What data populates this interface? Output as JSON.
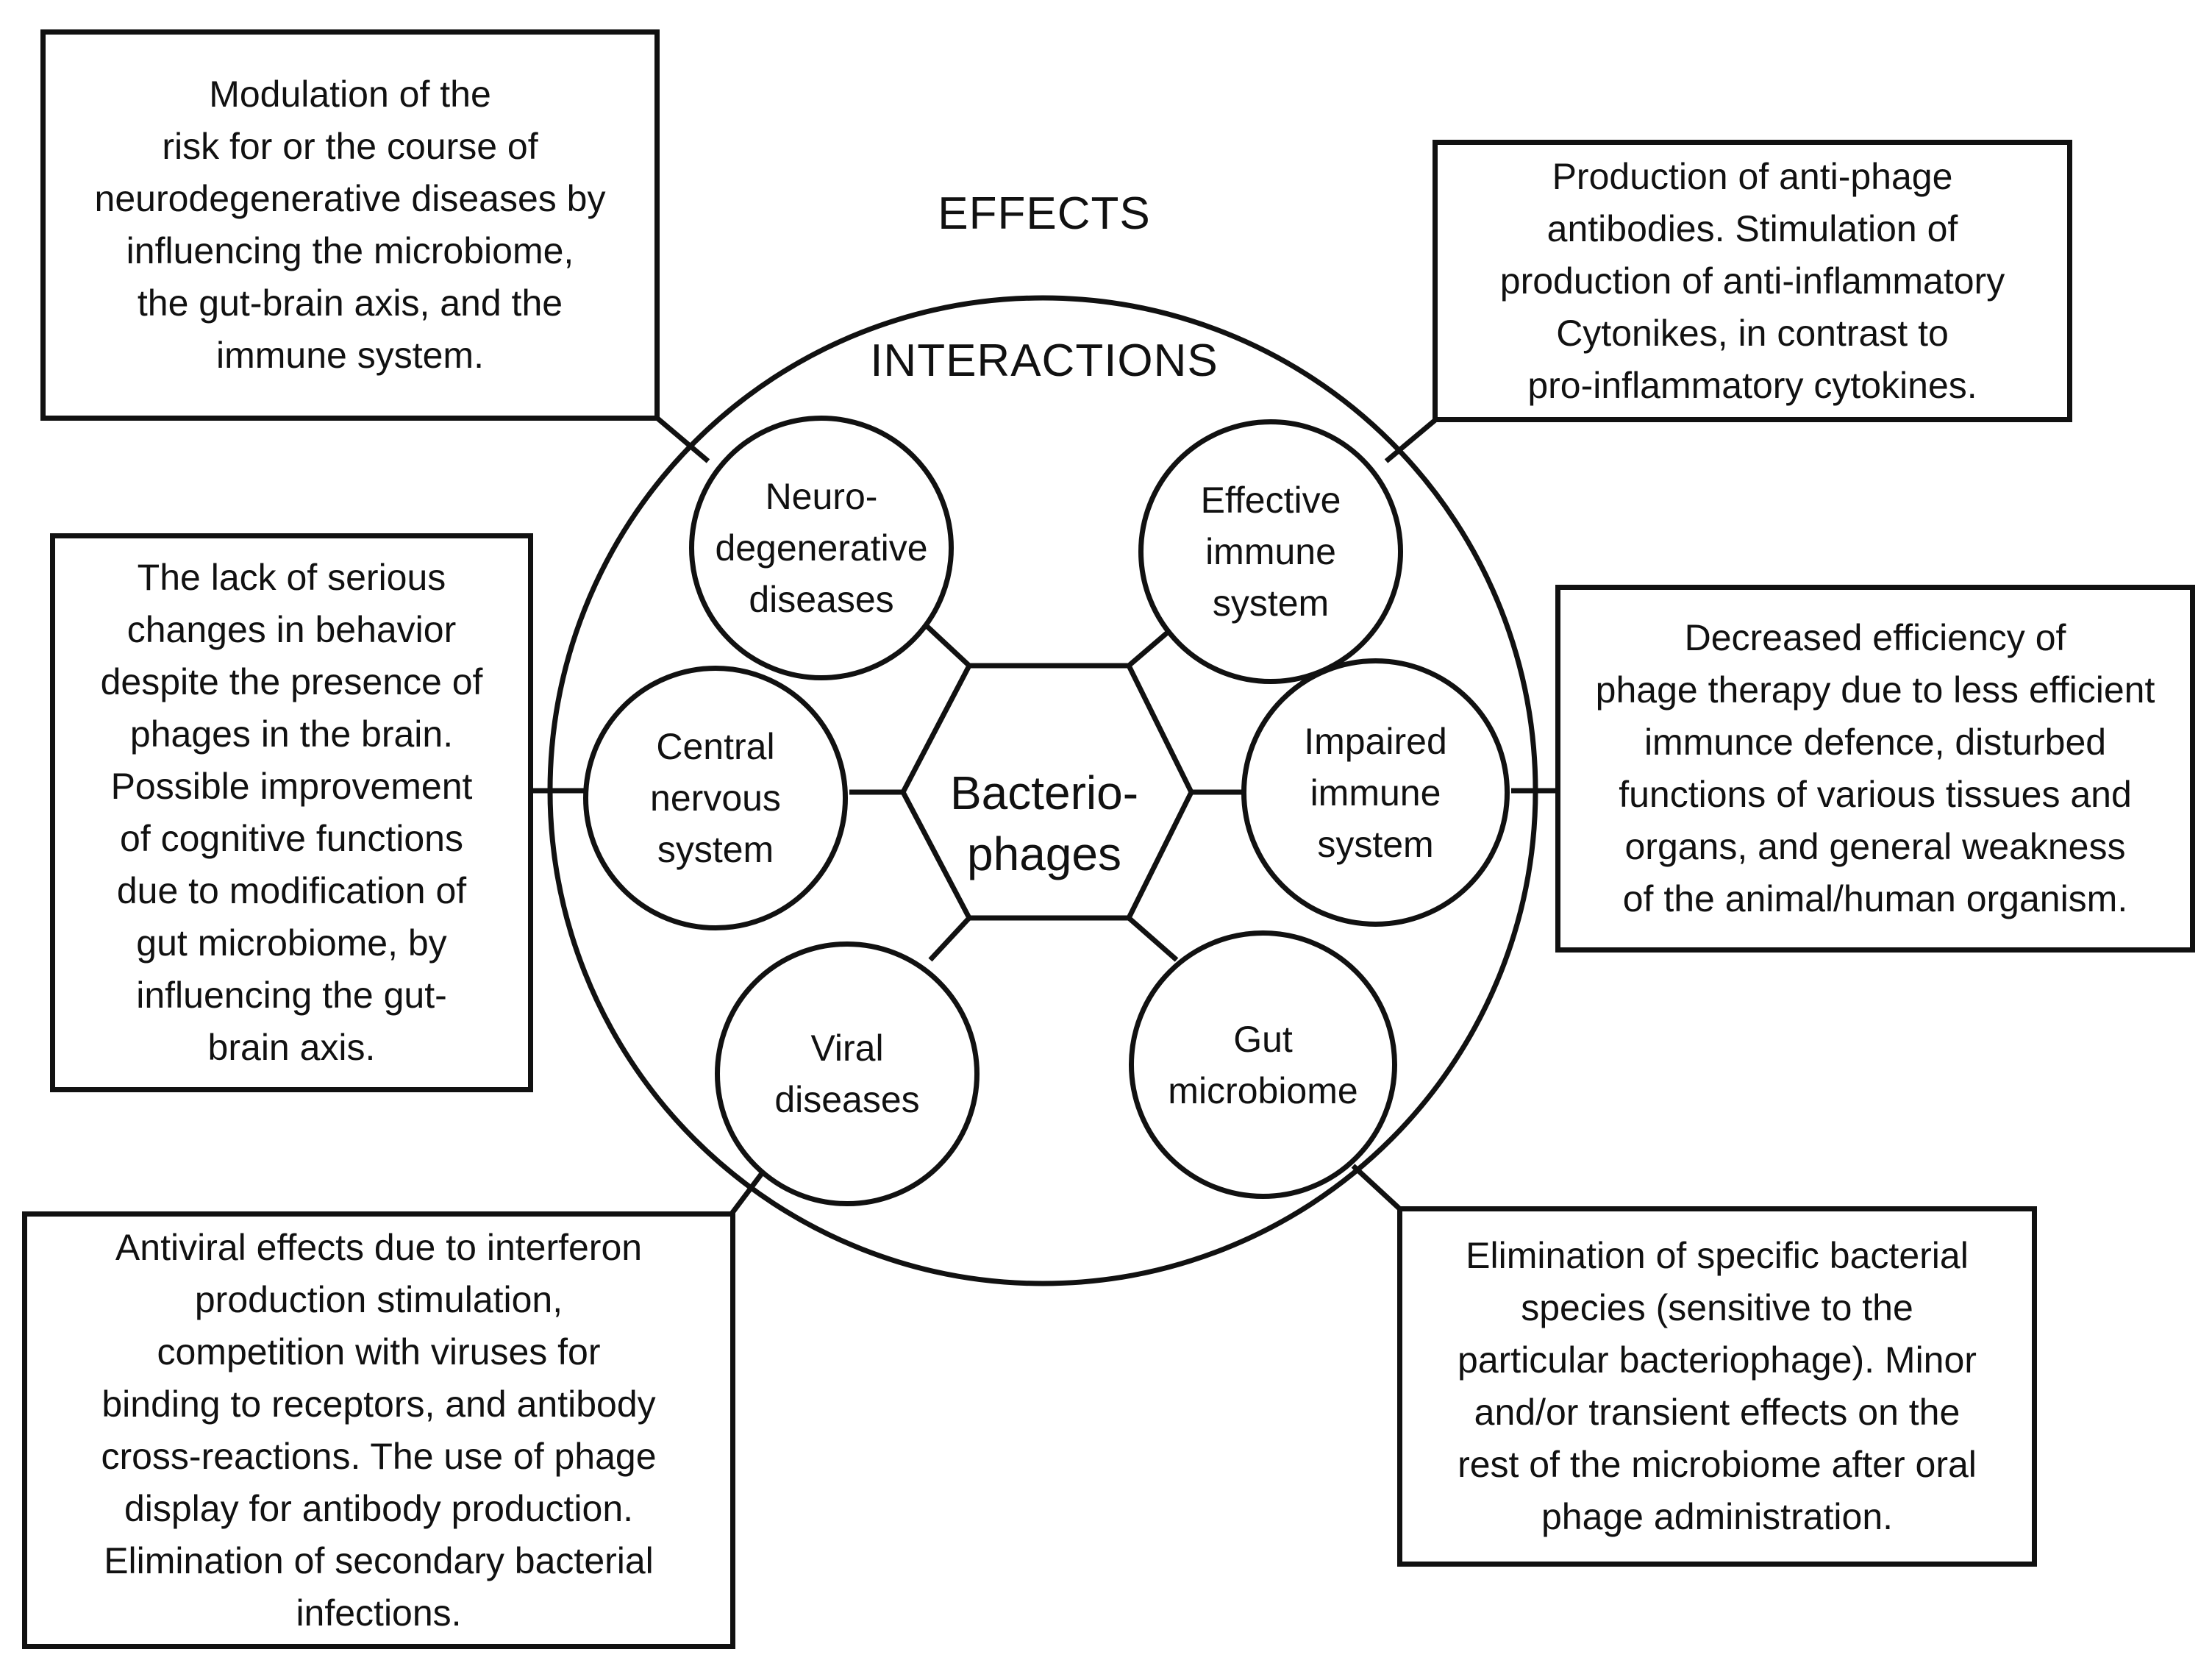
{
  "headings": {
    "effects": "EFFECTS",
    "interactions": "INTERACTIONS"
  },
  "hub": {
    "line1": "Bacterio-",
    "line2": "phages"
  },
  "nodes": {
    "neurodegenerative": [
      "Neuro-",
      "degenerative",
      "diseases"
    ],
    "effective_immune": [
      "Effective",
      "immune",
      "system"
    ],
    "cns": [
      "Central",
      "nervous",
      "system"
    ],
    "impaired_immune": [
      "Impaired",
      "immune",
      "system"
    ],
    "viral": [
      "Viral",
      "diseases"
    ],
    "gut": [
      "Gut",
      "microbiome"
    ]
  },
  "effects": {
    "neurodegenerative": [
      "Modulation of the",
      "risk for or the course of",
      "neurodegenerative diseases by",
      "influencing the microbiome,",
      "the gut-brain axis, and the",
      "immune system."
    ],
    "effective_immune": [
      "Production of anti-phage",
      "antibodies. Stimulation of",
      "production of anti-inflammatory",
      "Cytonikes, in contrast to",
      "pro-inflammatory cytokines."
    ],
    "cns": [
      "The lack of serious",
      "changes in behavior",
      "despite the presence of",
      "phages in the brain.",
      "Possible improvement",
      "of cognitive functions",
      "due to modification of",
      "gut microbiome, by",
      "influencing the gut-",
      "brain axis."
    ],
    "impaired_immune": [
      "Decreased efficiency of",
      "phage therapy due to less efficient",
      "immunce defence, disturbed",
      "functions of various tissues and",
      "organs, and general weakness",
      "of the animal/human organism."
    ],
    "viral": [
      "Antiviral effects due to interferon",
      "production stimulation,",
      "competition with viruses for",
      "binding to receptors, and antibody",
      "cross-reactions. The use of phage",
      "display for antibody production.",
      "Elimination of secondary bacterial",
      "infections."
    ],
    "gut": [
      "Elimination of specific bacterial",
      "species (sensitive to the",
      "particular bacteriophage). Minor",
      "and/or transient effects on the",
      "rest of the microbiome after oral",
      "phage administration."
    ]
  }
}
